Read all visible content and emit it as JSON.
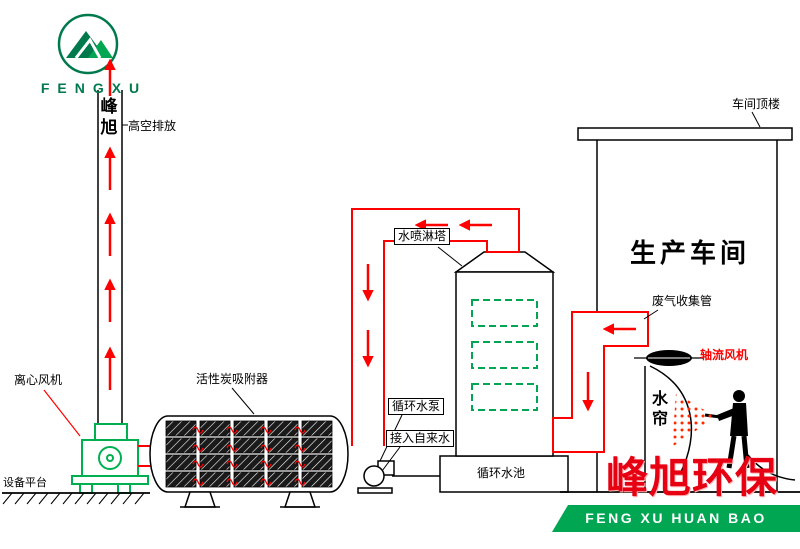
{
  "logo": {
    "brand_en": "FENGXU",
    "brand_cn": "峰旭"
  },
  "labels": {
    "high_altitude_discharge": "高空排放",
    "centrifugal_fan": "离心风机",
    "equipment_platform": "设备平台",
    "activated_carbon_adsorber": "活性炭吸附器",
    "water_spray_tower": "水喷淋塔",
    "circulating_water_pump": "循环水泵",
    "tap_water_inlet": "接入自来水",
    "circulating_water_pool": "循环水池",
    "production_workshop": "生产车间",
    "workshop_roof": "车间顶楼",
    "exhaust_collection_pipe": "废气收集管",
    "axial_flow_fan": "轴流风机",
    "water_curtain": "水帘"
  },
  "watermark": {
    "cn": "峰旭环保",
    "en": "FENG XU HUAN BAO"
  },
  "colors": {
    "pipe_red": "#ff0000",
    "fan_green": "#00b050",
    "logo_green": "#007a4d",
    "banner_green": "#00a651",
    "watermark_red": "#e60012",
    "line_black": "#000000"
  }
}
